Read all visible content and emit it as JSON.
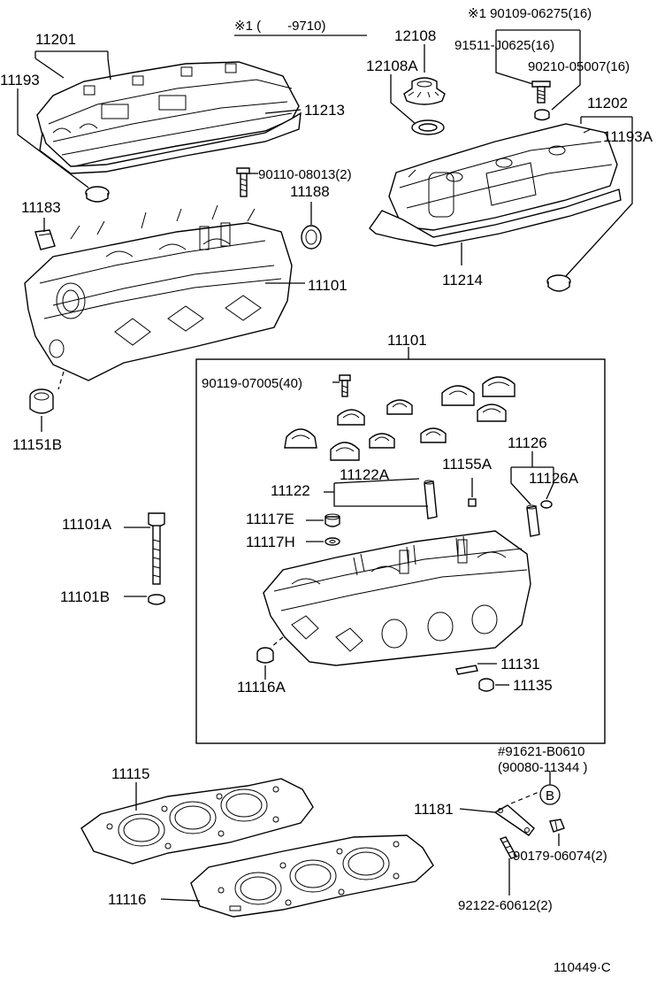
{
  "labels": {
    "cover_left": "11201",
    "plug_left": "11193",
    "note_range": "※1 (　　-9710)",
    "cap": "12108",
    "cap_gasket": "12108A",
    "note_bolt_a": "※1 90109-06275(16)",
    "note_bolt_b": "91511-J0625(16)",
    "note_washer": "90210-05007(16)",
    "cover_right": "11202",
    "plug_right": "11193A",
    "gasket_left_cover": "11213",
    "bolt_top": "90110-08013(2)",
    "seal_small": "11188",
    "insert": "11183",
    "head_left": "11101",
    "gasket_right_cover": "11214",
    "ring_left": "11151B",
    "detail_head": "11101",
    "bolt_group": "90119-07005(40)",
    "bolt_long_a": "11101A",
    "bolt_long_b": "11101B",
    "guide": "11122",
    "guide_a": "11122A",
    "plug_11155A": "11155A",
    "seat": "11126",
    "seat_a": "11126A",
    "plug_e": "11117E",
    "plug_h": "11117H",
    "ring_11116A": "11116A",
    "pin_11131": "11131",
    "ring_11135": "11135",
    "gasket_a": "11115",
    "gasket_b": "11116",
    "note_b1": "#91621-B0610",
    "note_b2": "(90080-11344 )",
    "callout_b": "B",
    "bracket": "11181",
    "nut": "90179-06074(2)",
    "stud": "92122-60612(2)",
    "drawing_code": "110449·C"
  }
}
